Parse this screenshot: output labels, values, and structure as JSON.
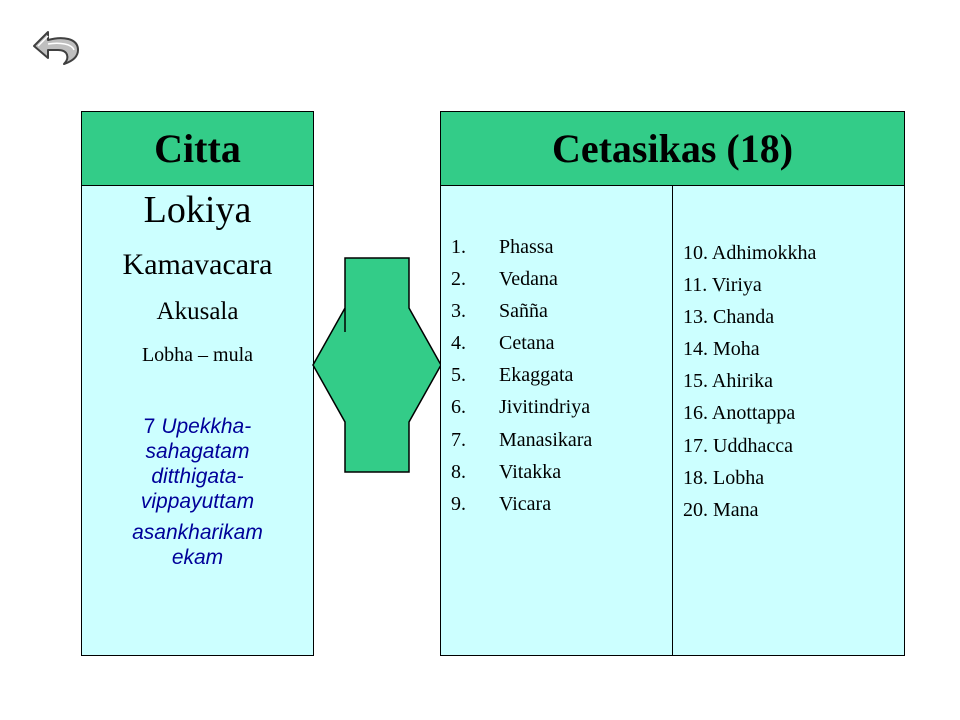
{
  "nav": {
    "back_icon": "curved-back-arrow-icon"
  },
  "citta": {
    "header": "Citta",
    "level1": "Lokiya",
    "level2": "Kamavacara",
    "level3": "Akusala",
    "level4": "Lobha – mula",
    "number": "7",
    "name_line1": "Upekkha-",
    "name_line2": "sahagatam",
    "name_line3": "ditthigata-",
    "name_line4": "vippayuttam",
    "name_line5": "asankharikam",
    "name_line6": "ekam"
  },
  "cetasikas": {
    "header": "Cetasikas (18)",
    "left": [
      {
        "num": "1.",
        "name": "Phassa"
      },
      {
        "num": "2.",
        "name": "Vedana"
      },
      {
        "num": "3.",
        "name": "Sañña"
      },
      {
        "num": "4.",
        "name": "Cetana"
      },
      {
        "num": "5.",
        "name": "Ekaggata"
      },
      {
        "num": "6.",
        "name": "Jivitindriya"
      },
      {
        "num": "7.",
        "name": "Manasikara"
      },
      {
        "num": "8.",
        "name": "Vitakka"
      },
      {
        "num": "9.",
        "name": "Vicara"
      }
    ],
    "right": [
      {
        "num": "10.",
        "name": "Adhimokkha"
      },
      {
        "num": "11.",
        "name": "Viriya"
      },
      {
        "num": "13.",
        "name": "Chanda"
      },
      {
        "num": "14.",
        "name": "Moha"
      },
      {
        "num": "15.",
        "name": "Ahirika"
      },
      {
        "num": "16.",
        "name": "Anottappa"
      },
      {
        "num": "17.",
        "name": "Uddhacca"
      },
      {
        "num": "18.",
        "name": "Lobha"
      },
      {
        "num": "20.",
        "name": "Mana"
      }
    ]
  },
  "colors": {
    "header": "#33cc88",
    "body": "#ccffff",
    "citta_name": "#000099",
    "arrow": "#33cc88"
  }
}
